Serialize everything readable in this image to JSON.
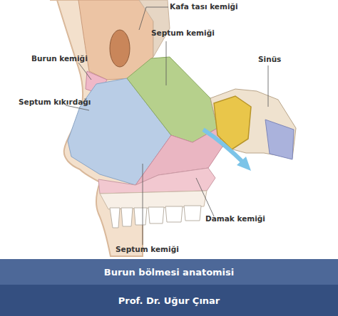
{
  "diagram": {
    "nodes": [
      {
        "text": [
          "Burun bölmesi anatomisi"
        ]
      },
      {
        "text": [
          "Prof. Dr. Uğur Çınar"
        ]
      }
    ],
    "labels": [
      "Kafa tası kemiği",
      "Septum kemiği",
      "Burun kemiği",
      "Sinüs",
      "Septum kıkırdağı",
      "Damak kemiği",
      "Septum kemiği"
    ]
  }
}
